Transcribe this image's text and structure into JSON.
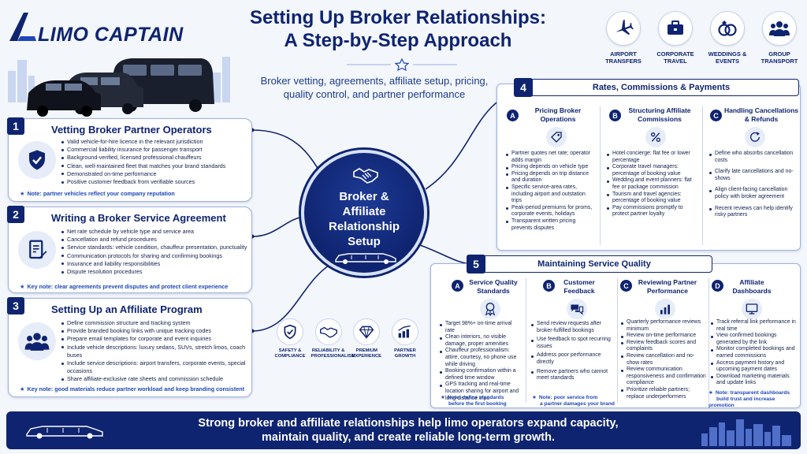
{
  "header": {
    "logo_text": "LIMO CAPTAIN",
    "title_line1": "Setting Up Broker Relationships:",
    "title_line2": "A Step-by-Step Approach",
    "subtitle": "Broker vetting, agreements, affiliate setup, pricing, quality control, and partner performance",
    "services": [
      {
        "icon": "airplane-icon",
        "label_l1": "AIRPORT",
        "label_l2": "TRANSFERS"
      },
      {
        "icon": "briefcase-icon",
        "label_l1": "CORPORATE",
        "label_l2": "TRAVEL"
      },
      {
        "icon": "rings-icon",
        "label_l1": "WEDDINGS &",
        "label_l2": "EVENTS"
      },
      {
        "icon": "group-icon",
        "label_l1": "GROUP",
        "label_l2": "TRANSPORT"
      }
    ]
  },
  "center": {
    "title_l1": "Broker &",
    "title_l2": "Affiliate",
    "title_l3": "Relationship",
    "title_l4": "Setup"
  },
  "section1": {
    "num": "1",
    "title": "Vetting Broker Partner Operators",
    "bullets": [
      "Valid vehicle-for-hire licence in the relevant jurisdiction",
      "Commercial liability insurance for passenger transport",
      "Background-verified, licensed professional chauffeurs",
      "Clean, well-maintained fleet that matches your brand standards",
      "Demonstrated on-time performance",
      "Positive customer feedback from verifiable sources"
    ],
    "note": "Note: partner vehicles reflect your company reputation"
  },
  "section2": {
    "num": "2",
    "title": "Writing a Broker Service Agreement",
    "bullets": [
      "Net rate schedule by vehicle type and service area",
      "Cancellation and refund procedures",
      "Service standards: vehicle condition, chauffeur presentation, punctuality",
      "Communication protocols for sharing and confirming bookings",
      "Insurance and liability responsibilities",
      "Dispute resolution procedures"
    ],
    "note": "Key note: clear agreements prevent disputes and protect client experience"
  },
  "section3": {
    "num": "3",
    "title": "Setting Up an Affiliate Program",
    "bullets": [
      "Define commission structure and tracking system",
      "Provide branded booking links with unique tracking codes",
      "Prepare email templates for corporate and event inquiries",
      "Include vehicle descriptions: luxury sedans, SUVs, stretch limos, coach buses",
      "Include service descriptions: airport transfers, corporate events, special occasions",
      "Share affiliate-exclusive rate sheets and commission schedule"
    ],
    "note": "Key note: good materials reduce partner workload and keep branding consistent"
  },
  "section4": {
    "num": "4",
    "title": "Rates, Commissions & Payments",
    "columns": [
      {
        "letter": "A",
        "title_l1": "Pricing Broker",
        "title_l2": "Operations",
        "bullets": [
          "Partner quotes net rate; operator adds margin",
          "Pricing depends on vehicle type",
          "Pricing depends on trip distance and duration",
          "Specific service-area rates, including airport and outstation trips",
          "Peak-period premiums for proms, corporate events, holidays",
          "Transparent written pricing prevents disputes"
        ]
      },
      {
        "letter": "B",
        "title_l1": "Structuring Affiliate",
        "title_l2": "Commissions",
        "bullets": [
          "Hotel concierge: flat fee or lower percentage",
          "Corporate travel managers: percentage of booking value",
          "Wedding and event planners: flat fee or package commission",
          "Tourism and travel agencies: percentage of booking value",
          "Pay commissions promptly to protect partner loyalty"
        ]
      },
      {
        "letter": "C",
        "title_l1": "Handling Cancellations",
        "title_l2": "& Refunds",
        "bullets": [
          "Define who absorbs cancellation costs",
          "Clarify late cancellations and no-shows",
          "Align client-facing cancellation policy with broker agreement",
          "Recent reviews can help identify risky partners"
        ]
      }
    ]
  },
  "section5": {
    "num": "5",
    "title": "Maintaining Service Quality",
    "columns": [
      {
        "letter": "A",
        "title_l1": "Service Quality",
        "title_l2": "Standards",
        "bullets": [
          "Target 98%+ on-time arrival rate",
          "Clean interiors, no visible damage, proper amenities",
          "Chauffeur professionalism: attire, courtesy, no phone use while driving",
          "Booking confirmation within a defined time window",
          "GPS tracking and real-time location sharing for airport and long-distance trips"
        ],
        "note_l1": "Note: define standards",
        "note_l2": "before the first booking"
      },
      {
        "letter": "B",
        "title_l1": "Customer",
        "title_l2": "Feedback",
        "bullets": [
          "Send review requests after broker-fulfilled bookings",
          "Use feedback to spot recurring issues",
          "Address poor performance directly",
          "Remove partners who cannot meet standards"
        ],
        "note_l1": "Note: poor service from",
        "note_l2": "a partner damages your brand"
      },
      {
        "letter": "C",
        "title_l1": "Reviewing Partner",
        "title_l2": "Performance",
        "bullets": [
          "Quarterly performance reviews minimum",
          "Review on-time performance",
          "Review feedback scores and complaints",
          "Review cancellation and no-show rates",
          "Review communication responsiveness and confirmation compliance",
          "Prioritize reliable partners; replace underperformers"
        ],
        "note_l1": "",
        "note_l2": ""
      },
      {
        "letter": "D",
        "title_l1": "Affiliate",
        "title_l2": "Dashboards",
        "bullets": [
          "Track referral link performance in real time",
          "View confirmed bookings generated by the link",
          "Monitor completed bookings and earned commissions",
          "Access payment history and upcoming payment dates",
          "Download marketing materials and update links"
        ],
        "note_l1": "Note: transparent dashboards",
        "note_l2": "build trust and increase promotion"
      }
    ]
  },
  "values": [
    {
      "icon": "shield-check-icon",
      "label_l1": "SAFETY &",
      "label_l2": "COMPLIANCE"
    },
    {
      "icon": "handshake-icon",
      "label_l1": "RELIABILITY &",
      "label_l2": "PROFESSIONALISM"
    },
    {
      "icon": "diamond-icon",
      "label_l1": "PREMIUM",
      "label_l2": "EXPERIENCE"
    },
    {
      "icon": "growth-chart-icon",
      "label_l1": "PARTNER",
      "label_l2": "GROWTH"
    }
  ],
  "footer": {
    "line1": "Strong broker and affiliate relationships help limo operators expand capacity,",
    "line2": "maintain quality, and create reliable long-term growth."
  },
  "colors": {
    "navy": "#0f2470",
    "accent": "#1f47b8",
    "background": "#f3f6fb"
  }
}
